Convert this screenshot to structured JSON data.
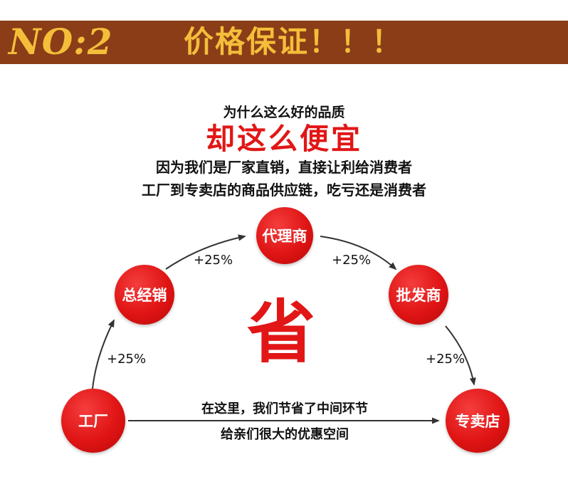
{
  "banner": {
    "number_text": "NO:2",
    "title": "价格保证！！！"
  },
  "headline": {
    "line1": "为什么这么好的品质",
    "line2": "却这么便宜",
    "line3": "因为我们是厂家直销，直接让利给消费者",
    "line4": "工厂到专卖店的商品供应链，吃亏还是消费者"
  },
  "nodes": {
    "factory": "工厂",
    "general_distributor": "总经销",
    "agent": "代理商",
    "wholesaler": "批发商",
    "store": "专卖店"
  },
  "markups": {
    "m1": "+25%",
    "m2": "+25%",
    "m3": "+25%",
    "m4": "+25%"
  },
  "center_char": "省",
  "caption": {
    "line1": "在这里，我们节省了中间环节",
    "line2": "给亲们很大的优惠空间"
  },
  "colors": {
    "banner_bg": "#8a3d17",
    "banner_text": "#f4be3a",
    "accent_red": "#e21616"
  }
}
